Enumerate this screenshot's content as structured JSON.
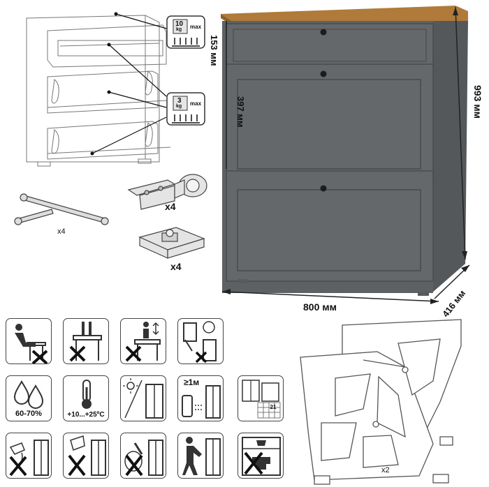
{
  "colors": {
    "cabinet_body": "#5e6163",
    "cabinet_dark": "#4e5153",
    "panel_inset": "#66696b",
    "top_wood": "#b07a3a",
    "line": "#555555",
    "text": "#111111"
  },
  "dimensions": {
    "height": "993 мм",
    "width": "800 мм",
    "depth": "416 мм",
    "top_drawer": "153 мм",
    "flap_door": "397 мм"
  },
  "weight_badges": [
    {
      "value": "10",
      "unit": "kg",
      "limit": "max"
    },
    {
      "value": "3",
      "unit": "kg",
      "limit": "max"
    }
  ],
  "hardware": {
    "stay_qty": "x4",
    "hinge_qty": "x4",
    "support_qty": "x4",
    "mechanism_qty": "x2"
  },
  "care_icons": {
    "humidity": "60-70%",
    "temperature": "+10...+25ºC",
    "distance": "≥1м",
    "grid_number": "21",
    "icons": [
      "no-sitting-icon",
      "no-climbing-icon",
      "no-standing-icon",
      "no-hanging-icon",
      "humidity-icon",
      "temperature-icon",
      "no-direct-sun-icon",
      "heater-distance-icon",
      "room-placement-icon",
      "no-liquid-icon",
      "no-chemicals-icon",
      "no-abrasive-icon",
      "no-pushing-icon",
      "no-overload-icon"
    ]
  }
}
